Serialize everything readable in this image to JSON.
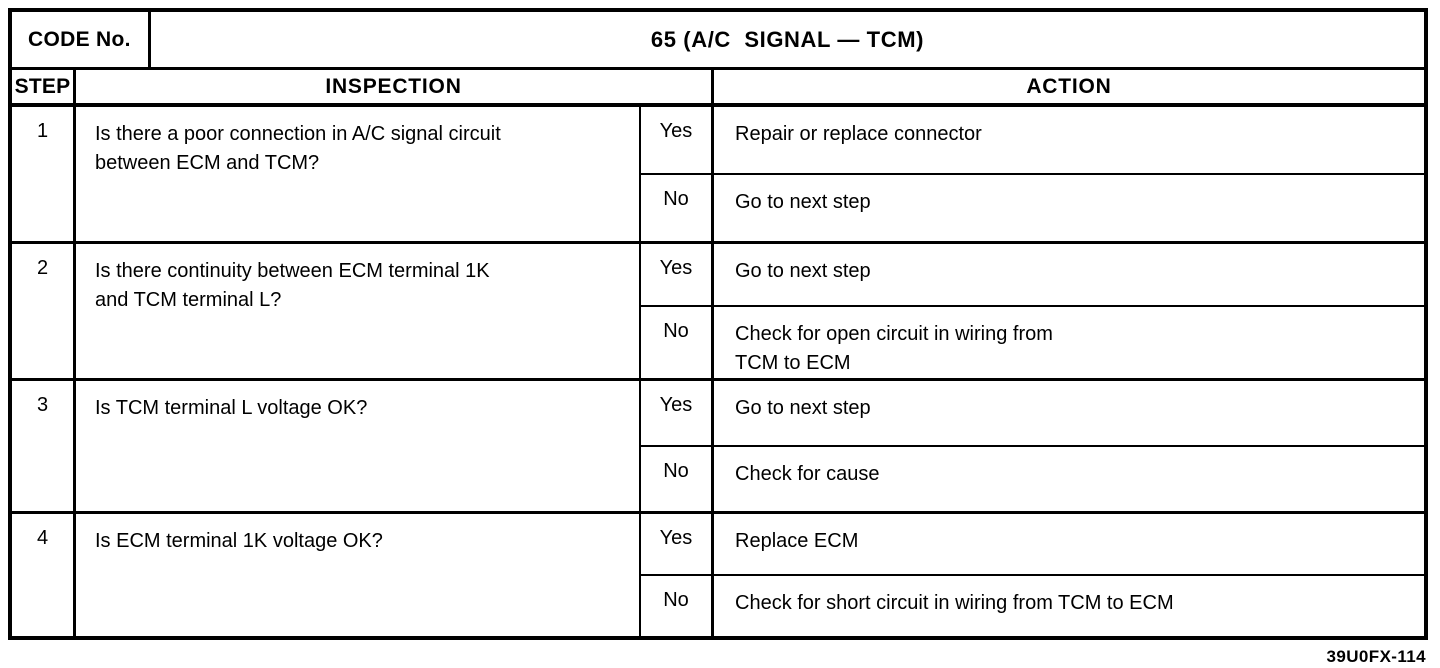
{
  "document": {
    "code_label": "CODE No.",
    "code_title": "65 (A/C  SIGNAL — TCM)",
    "footnote": "39U0FX-114",
    "colors": {
      "ink": "#000000",
      "paper": "#ffffff"
    }
  },
  "table": {
    "headers": {
      "step": "STEP",
      "inspection": "INSPECTION",
      "action": "ACTION"
    },
    "rows": [
      {
        "step": "1",
        "inspection": "Is there a poor connection in A/C signal circuit\nbetween ECM and TCM?",
        "branches": [
          {
            "answer": "Yes",
            "action": "Repair or replace connector"
          },
          {
            "answer": "No",
            "action": "Go to next step"
          }
        ]
      },
      {
        "step": "2",
        "inspection": "Is there continuity between ECM terminal 1K\nand TCM terminal L?",
        "branches": [
          {
            "answer": "Yes",
            "action": "Go to next step"
          },
          {
            "answer": "No",
            "action": "Check for open circuit in wiring from\nTCM to ECM"
          }
        ]
      },
      {
        "step": "3",
        "inspection": "Is TCM terminal L voltage OK?",
        "branches": [
          {
            "answer": "Yes",
            "action": "Go to next step"
          },
          {
            "answer": "No",
            "action": "Check for cause"
          }
        ]
      },
      {
        "step": "4",
        "inspection": "Is ECM terminal 1K voltage OK?",
        "branches": [
          {
            "answer": "Yes",
            "action": "Replace ECM"
          },
          {
            "answer": "No",
            "action": "Check for short circuit in wiring from TCM to ECM"
          }
        ]
      }
    ]
  }
}
